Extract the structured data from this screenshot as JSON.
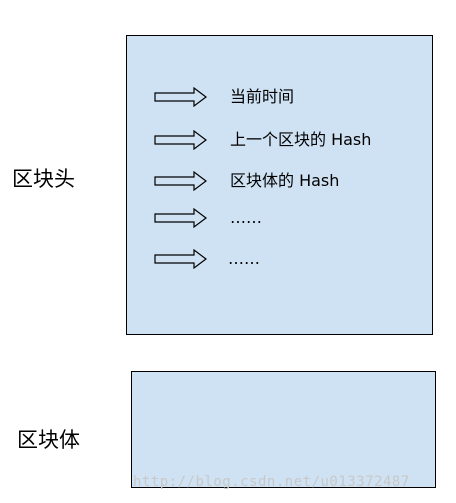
{
  "header_label": "区块头",
  "body_label": "区块体",
  "header_fields": [
    "当前时间",
    "上一个区块的 Hash",
    "区块体的 Hash",
    "……",
    "……"
  ],
  "watermark": "http://blog.csdn.net/u013372487",
  "colors": {
    "box_fill": "#cfe2f3",
    "border": "#000000",
    "watermark": "#c8c8c8"
  },
  "icons": {
    "field_marker": "hollow-right-arrow-icon"
  }
}
